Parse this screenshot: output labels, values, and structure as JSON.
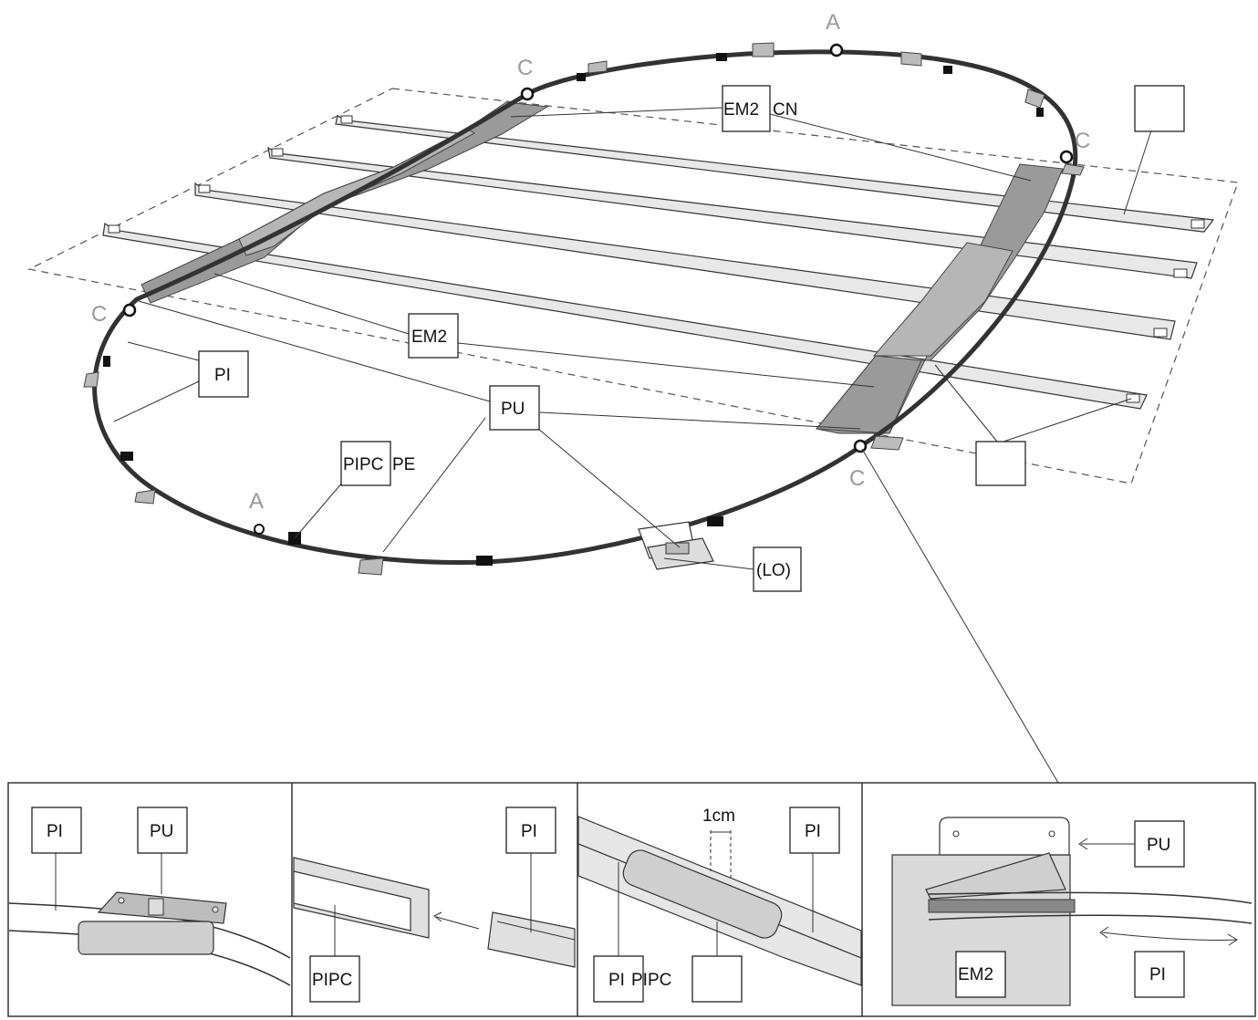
{
  "labels": {
    "main": {
      "a_top": "A",
      "a_bottom": "A",
      "c_top_left": "C",
      "c_top_right": "C",
      "c_left": "C",
      "c_bottom_right": "C",
      "em2_top": "EM2",
      "cn_top": "CN",
      "em2_mid": "EM2",
      "pi_left": "PI",
      "pu_mid": "PU",
      "pipc_mid": "PIPC",
      "pe_mid": "PE",
      "lo": "(LO)",
      "box_top_right": "",
      "box_mid_right": ""
    },
    "panel1": {
      "pi": "PI",
      "pu": "PU"
    },
    "panel2": {
      "pi": "PI",
      "pipc": "PIPC"
    },
    "panel3": {
      "pi_top": "PI",
      "dimension": "1cm",
      "pi_bottom": "PI",
      "pipc": "PIPC",
      "empty": ""
    },
    "panel4": {
      "pu": "PU",
      "em2": "EM2",
      "pi": "PI"
    }
  }
}
